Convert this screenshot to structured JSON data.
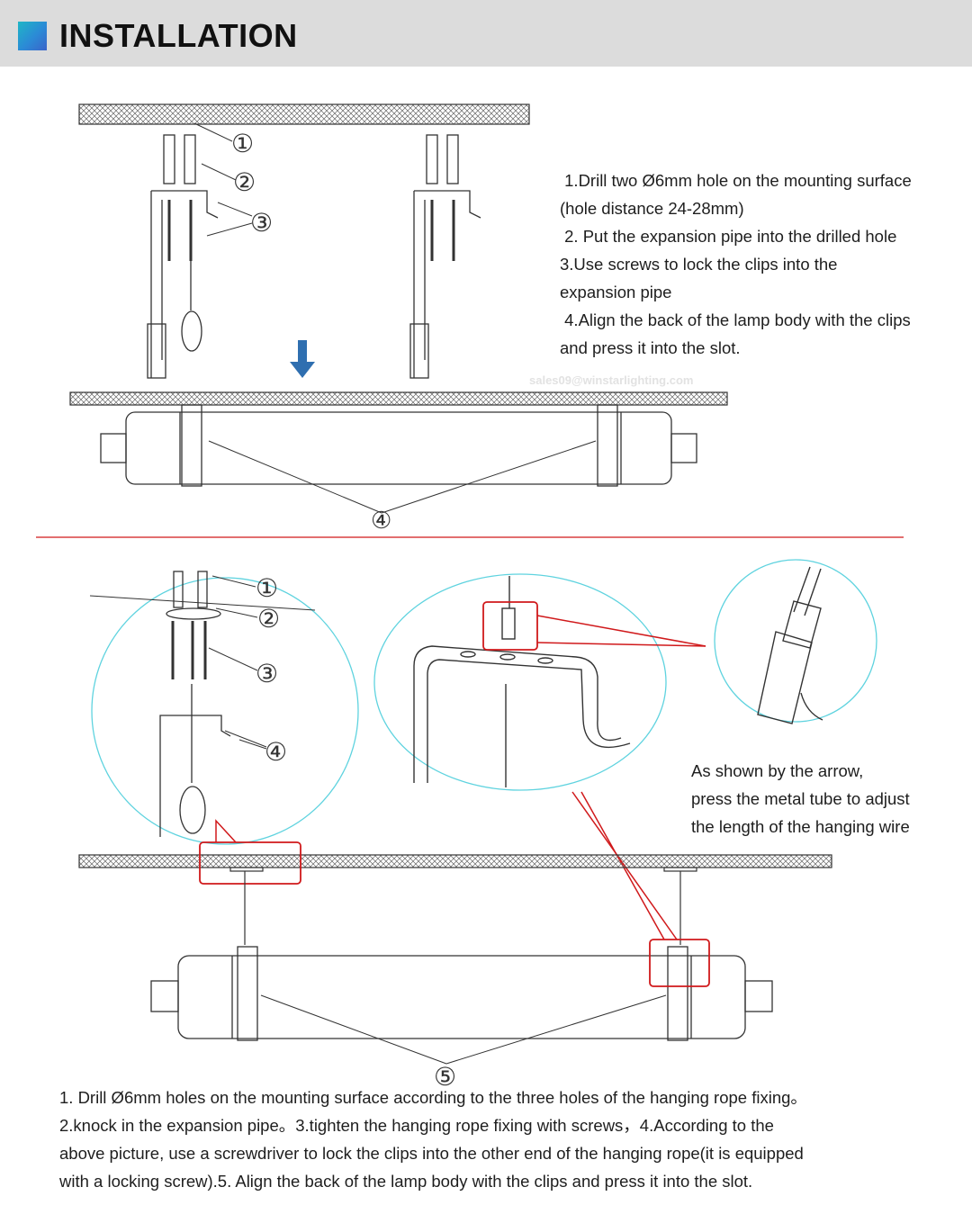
{
  "header": {
    "title": "INSTALLATION"
  },
  "watermark": "sales09@winstarlighting.com",
  "top_steps": [
    " 1.Drill two Ø6mm hole on the mounting surface",
    "(hole distance 24-28mm)",
    " 2. Put the expansion pipe into the drilled hole",
    "3.Use screws to lock the clips into the",
    "expansion pipe",
    " 4.Align the back of the lamp body with the clips",
    "and press it into the slot."
  ],
  "arrow_note": [
    "As shown by the arrow,",
    "press the metal tube to adjust",
    "the length of the hanging wire"
  ],
  "bottom_steps": [
    "1. Drill Ø6mm holes on the mounting surface according to the three holes of the hanging rope fixing。",
    "2.knock in the expansion pipe。3.tighten the hanging rope fixing with screws，4.According to the",
    "above picture, use a screwdriver to lock the clips into the other end of the hanging rope(it is equipped",
    "with a locking screw).5. Align the back of the lamp body with the clips and press it into the slot."
  ],
  "callouts_top": [
    "①",
    "②",
    "③",
    "④"
  ],
  "callouts_bottom": [
    "①",
    "②",
    "③",
    "④",
    "⑤"
  ],
  "colors": {
    "accent": "#2b8ad6",
    "highlight": "#d0191b",
    "detail_circle": "#5fd3df",
    "arrow": "#2f6fb0"
  }
}
